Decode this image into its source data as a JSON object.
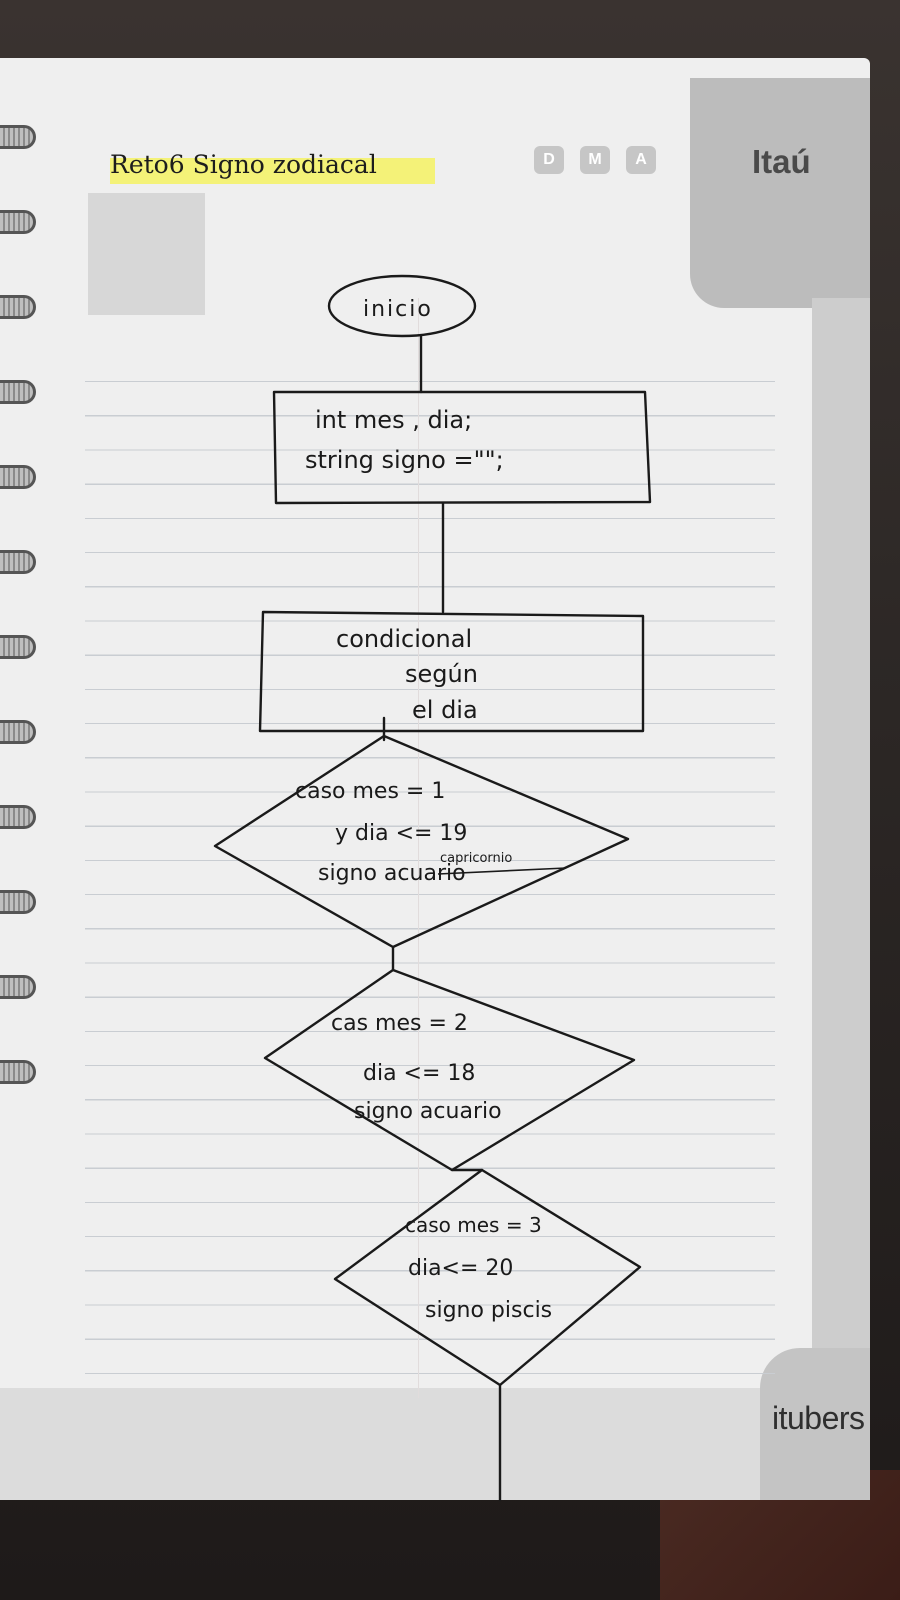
{
  "header": {
    "title": "Reto6 Signo zodiacal",
    "dma": [
      "D",
      "M",
      "A"
    ],
    "brand": "Itaú"
  },
  "footer": {
    "brand": "itubers"
  },
  "flowchart": {
    "start": "inicio",
    "declare": [
      "int mes , dia;",
      "string signo =\"\";"
    ],
    "process": [
      "condicional",
      "según",
      "el dia"
    ],
    "case1": [
      "caso mes = 1",
      "y dia <= 19",
      "signo acuario"
    ],
    "case1_correction": "capricornio",
    "case2": [
      "cas mes = 2",
      "dia <= 18",
      "signo acuario"
    ],
    "case3": [
      "caso mes = 3",
      "dia<= 20",
      "signo piscis"
    ]
  }
}
